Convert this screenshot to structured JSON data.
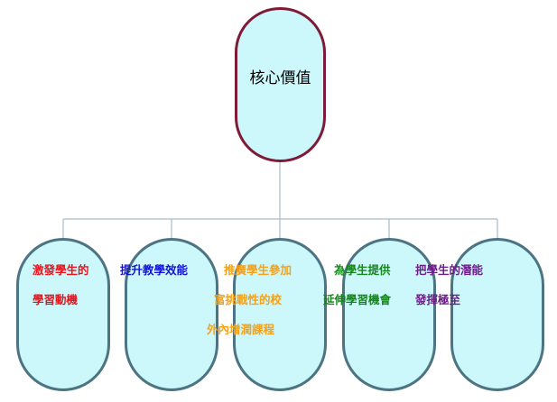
{
  "root": {
    "label": "核心價值"
  },
  "children": [
    {
      "lines": [
        "激發學生的",
        "學習動機"
      ],
      "color": "#e8131b"
    },
    {
      "lines": [
        "提升教學效能"
      ],
      "color": "#1313d8"
    },
    {
      "lines": [
        "推廣學生參加",
        "富挑戰性的校",
        "外內增潤課程"
      ],
      "color": "#f2a21c"
    },
    {
      "lines": [
        "為學生提供",
        "延伸學習機會"
      ],
      "color": "#15861b"
    },
    {
      "lines": [
        "把學生的潛能",
        "發揮極至"
      ],
      "color": "#6a1f86"
    }
  ],
  "colors": {
    "root_border": "#7f1b37",
    "child_border": "#4d7483",
    "fill": "#ccf7fb",
    "connector": "#a6bcc6"
  }
}
